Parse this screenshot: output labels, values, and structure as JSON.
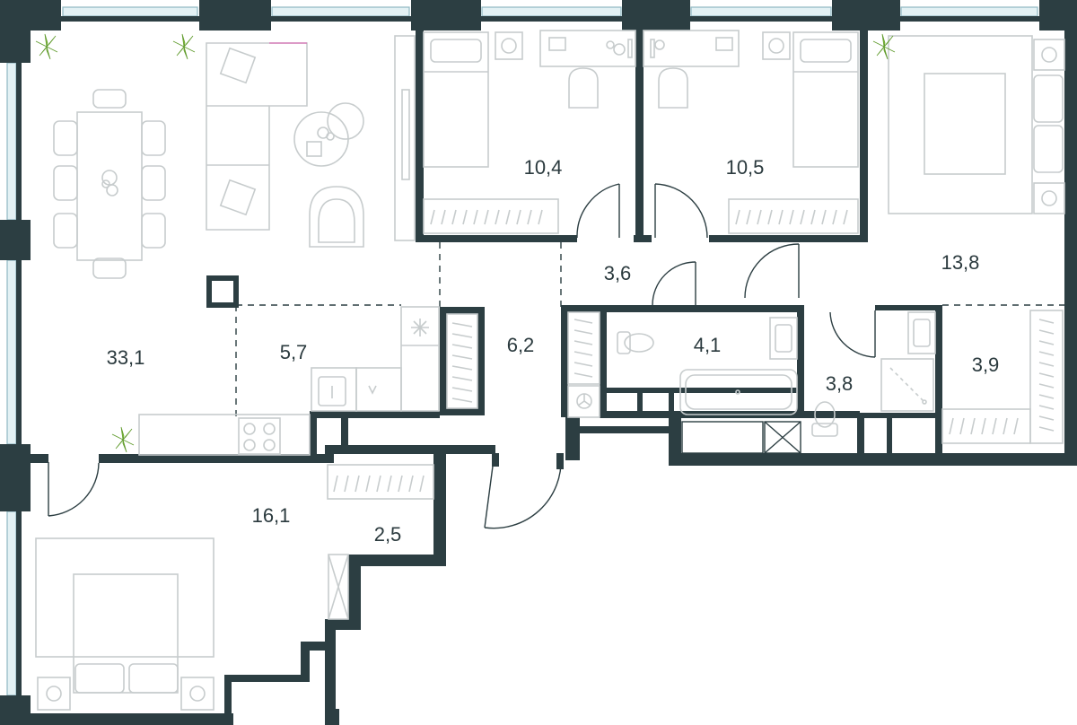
{
  "colors": {
    "wall": "#2c3e42",
    "furniture": "#c7cccd",
    "window_glass": "#e3f1f4",
    "plant": "#9ccf4a",
    "background": "#ffffff"
  },
  "rooms": [
    {
      "id": "living",
      "area": "33,1"
    },
    {
      "id": "kitchen",
      "area": "5,7"
    },
    {
      "id": "bedroom-1",
      "area": "10,4"
    },
    {
      "id": "bedroom-2",
      "area": "10,5"
    },
    {
      "id": "hall-upper",
      "area": "3,6"
    },
    {
      "id": "corridor",
      "area": "6,2"
    },
    {
      "id": "bathroom",
      "area": "4,1"
    },
    {
      "id": "master-bedroom",
      "area": "13,8"
    },
    {
      "id": "shower-room",
      "area": "3,8"
    },
    {
      "id": "wardrobe-master",
      "area": "3,9"
    },
    {
      "id": "bedroom-3",
      "area": "16,1"
    },
    {
      "id": "wardrobe-small",
      "area": "2,5"
    }
  ],
  "icons": [
    "plant-icon",
    "bed-icon",
    "sofa-icon",
    "dining-table-icon",
    "desk-icon",
    "chair-icon",
    "toilet-icon",
    "bathtub-icon",
    "sink-icon",
    "shower-icon",
    "stove-icon",
    "wardrobe-icon",
    "door-icon"
  ]
}
